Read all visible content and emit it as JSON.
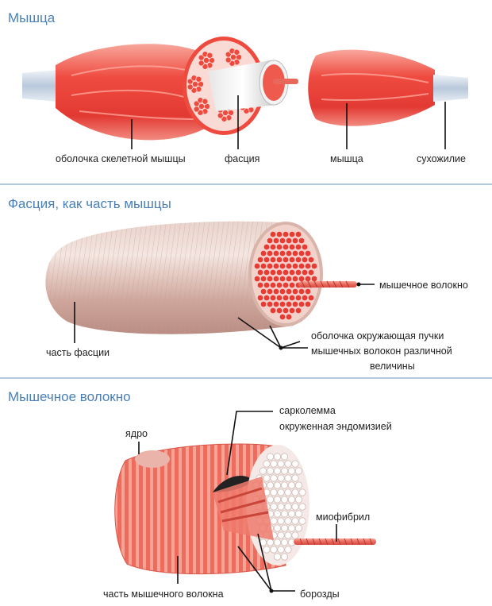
{
  "sections": [
    {
      "title": "Мышца",
      "labels": {
        "sheath": "оболочка скелетной мышцы",
        "fascia": "фасция",
        "muscle": "мышца",
        "tendon": "сухожилие"
      }
    },
    {
      "title": "Фасция, как часть мышцы",
      "labels": {
        "muscle_fiber": "мышечное волокно",
        "bundle_sheath_1": "оболочка окружающая пучки",
        "bundle_sheath_2": "мышечных волокон различной",
        "bundle_sheath_3": "величины",
        "fascia_part": "часть фасции"
      }
    },
    {
      "title": "Мышечное волокно",
      "labels": {
        "nucleus": "ядро",
        "sarcolemma_1": "сарколемма",
        "sarcolemma_2": "окруженная эндомизией",
        "myofibril": "миофибрил",
        "fiber_part": "часть мышечного волокна",
        "grooves": "борозды"
      }
    }
  ],
  "colors": {
    "title": "#4a7fb8",
    "muscle_red": "#e8413c",
    "muscle_light": "#f47a70",
    "fascia_pink": "#d9b3a8",
    "tendon": "#cfd8e6"
  }
}
